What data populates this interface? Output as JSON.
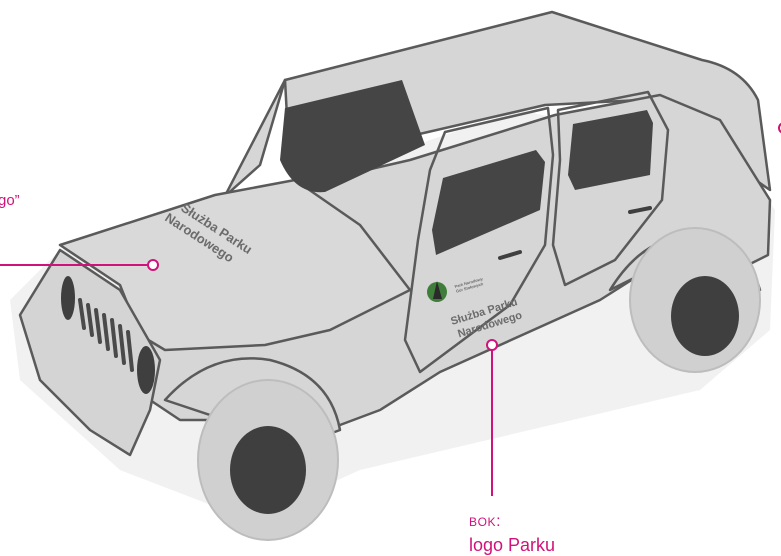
{
  "hood_text": {
    "line1": "Służba Parku",
    "line2": "Narodowego"
  },
  "door_logo": {
    "small_line1": "Park Narodowy",
    "small_line2": "Gór Stołowych"
  },
  "door_text": {
    "line1": "Służba Parku",
    "line2": "Narodowego"
  },
  "callouts": {
    "hood_quote": "go”",
    "side_label": "BOK",
    "side_colon": ":",
    "side_text": "logo Parku"
  },
  "colors": {
    "accent": "#d1127a",
    "body": "#d6d6d6",
    "outline": "#5a5a5a",
    "window": "#454545"
  }
}
